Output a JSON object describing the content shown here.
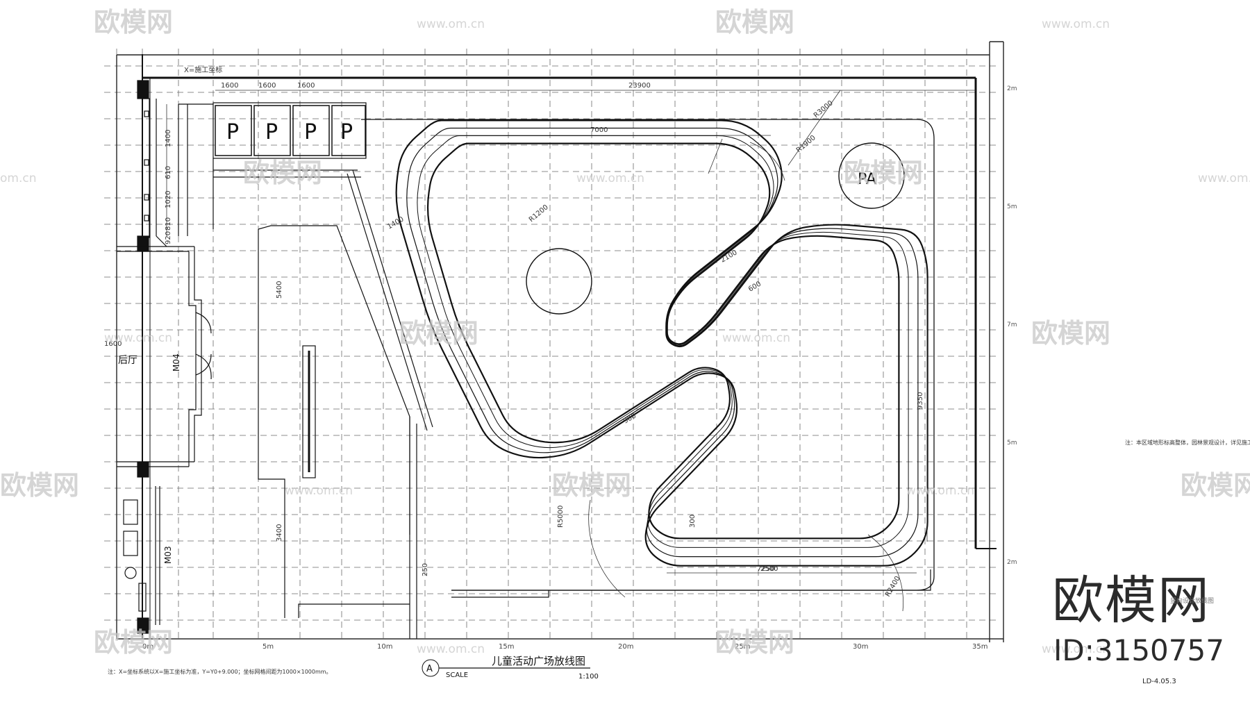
{
  "watermark": {
    "brand": "欧模网",
    "site": "www.om.cn",
    "site_short": "om.cn",
    "id_text": "ID:3150757"
  },
  "plan": {
    "parking_labels": [
      "P",
      "P",
      "P",
      "P"
    ],
    "pa_label": "PA",
    "room_label": "后厅",
    "door_labels": [
      "M04",
      "M03"
    ],
    "title": "儿童活动广场放线图",
    "scale_label": "SCALE",
    "scale_value": "1:100",
    "section_marker": "A",
    "drawing_code": "LD-4.05.3",
    "corner_note": "竖向设计放线图",
    "side_note": "注：本区域地形标高整体，园林景观设计，详见施工。",
    "bottom_note": "注：X=坐标系统以X=施工坐标为准，Y=Y0+9.000；坐标网格间距为1000×1000mm。",
    "ruler_labels": [
      "0m",
      "5m",
      "10m",
      "15m",
      "20m",
      "25m",
      "30m",
      "35m"
    ],
    "right_ticks": [
      "2m",
      "5m",
      "7m",
      "5m",
      "2m"
    ],
    "top_dims": [
      "1600",
      "1600",
      "1600",
      "23900"
    ],
    "left_dims": [
      "1400",
      "610",
      "1020",
      "810",
      "920"
    ],
    "left_small_dim": "1600",
    "coord_label": "X=施工坐标",
    "dims": {
      "track_top": "7000",
      "track_bottom": "7250",
      "right_height": "9350",
      "mid_height": "5400",
      "left_low": "3400",
      "bottom_len": "2500",
      "tiny": "250",
      "diag_a": "2100",
      "diag_b": "600",
      "diag_c": "900",
      "radius_a": "R1900",
      "radius_b": "R3000",
      "radius_c": "R1200",
      "radius_d": "R5000",
      "radius_e": "R2400",
      "width_a": "1400",
      "width_b": "300"
    }
  }
}
